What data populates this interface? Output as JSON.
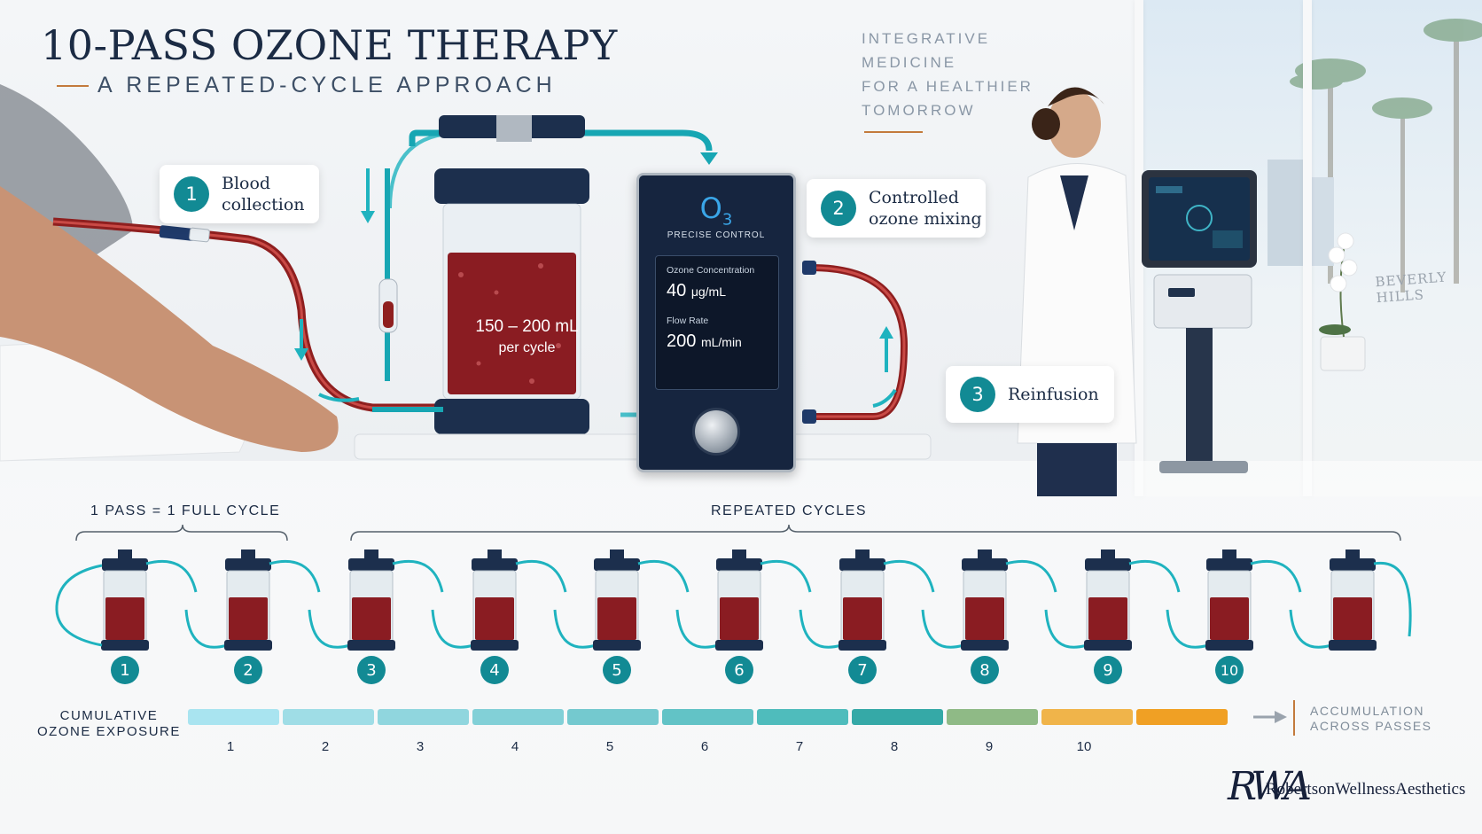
{
  "header": {
    "title": "10-PASS OZONE THERAPY",
    "subtitle": "A REPEATED-CYCLE APPROACH"
  },
  "tagline": "INTEGRATIVE\nMEDICINE\nFOR A HEALTHIER\nTOMORROW",
  "wall_sign": "BEVERLY HILLS",
  "steps": [
    {
      "number": "1",
      "label": "Blood\ncollection"
    },
    {
      "number": "2",
      "label": "Controlled\nozone mixing"
    },
    {
      "number": "3",
      "label": "Reinfusion"
    }
  ],
  "vessel": {
    "volume": "150 – 200 mL",
    "unit_label": "per cycle"
  },
  "device": {
    "logo": "O",
    "logo_sub": "3",
    "caption": "PRECISE CONTROL",
    "concentration_label": "Ozone Concentration",
    "concentration_value": "40",
    "concentration_unit": "μg/mL",
    "flow_label": "Flow Rate",
    "flow_value": "200",
    "flow_unit": "mL/min"
  },
  "cycles": {
    "left_label": "1 PASS = 1 FULL CYCLE",
    "right_label": "REPEATED CYCLES",
    "numbers": [
      "1",
      "2",
      "3",
      "4",
      "5",
      "6",
      "7",
      "8",
      "9",
      "10"
    ]
  },
  "exposure": {
    "label": "CUMULATIVE\nOZONE EXPOSURE",
    "ticks": [
      "1",
      "2",
      "3",
      "4",
      "5",
      "6",
      "7",
      "8",
      "9",
      "10"
    ],
    "colors": [
      "#a9e4f0",
      "#9fdde6",
      "#90d6de",
      "#82d0d7",
      "#74c9cf",
      "#62c3c6",
      "#4fbcbc",
      "#35a9a7",
      "#8fba86",
      "#f0b44a",
      "#f0a024"
    ],
    "accumulation_label": "ACCUMULATION\nACROSS PASSES"
  },
  "brand": {
    "mark": "RWA",
    "name": "RobertsonWellnessAesthetics"
  }
}
